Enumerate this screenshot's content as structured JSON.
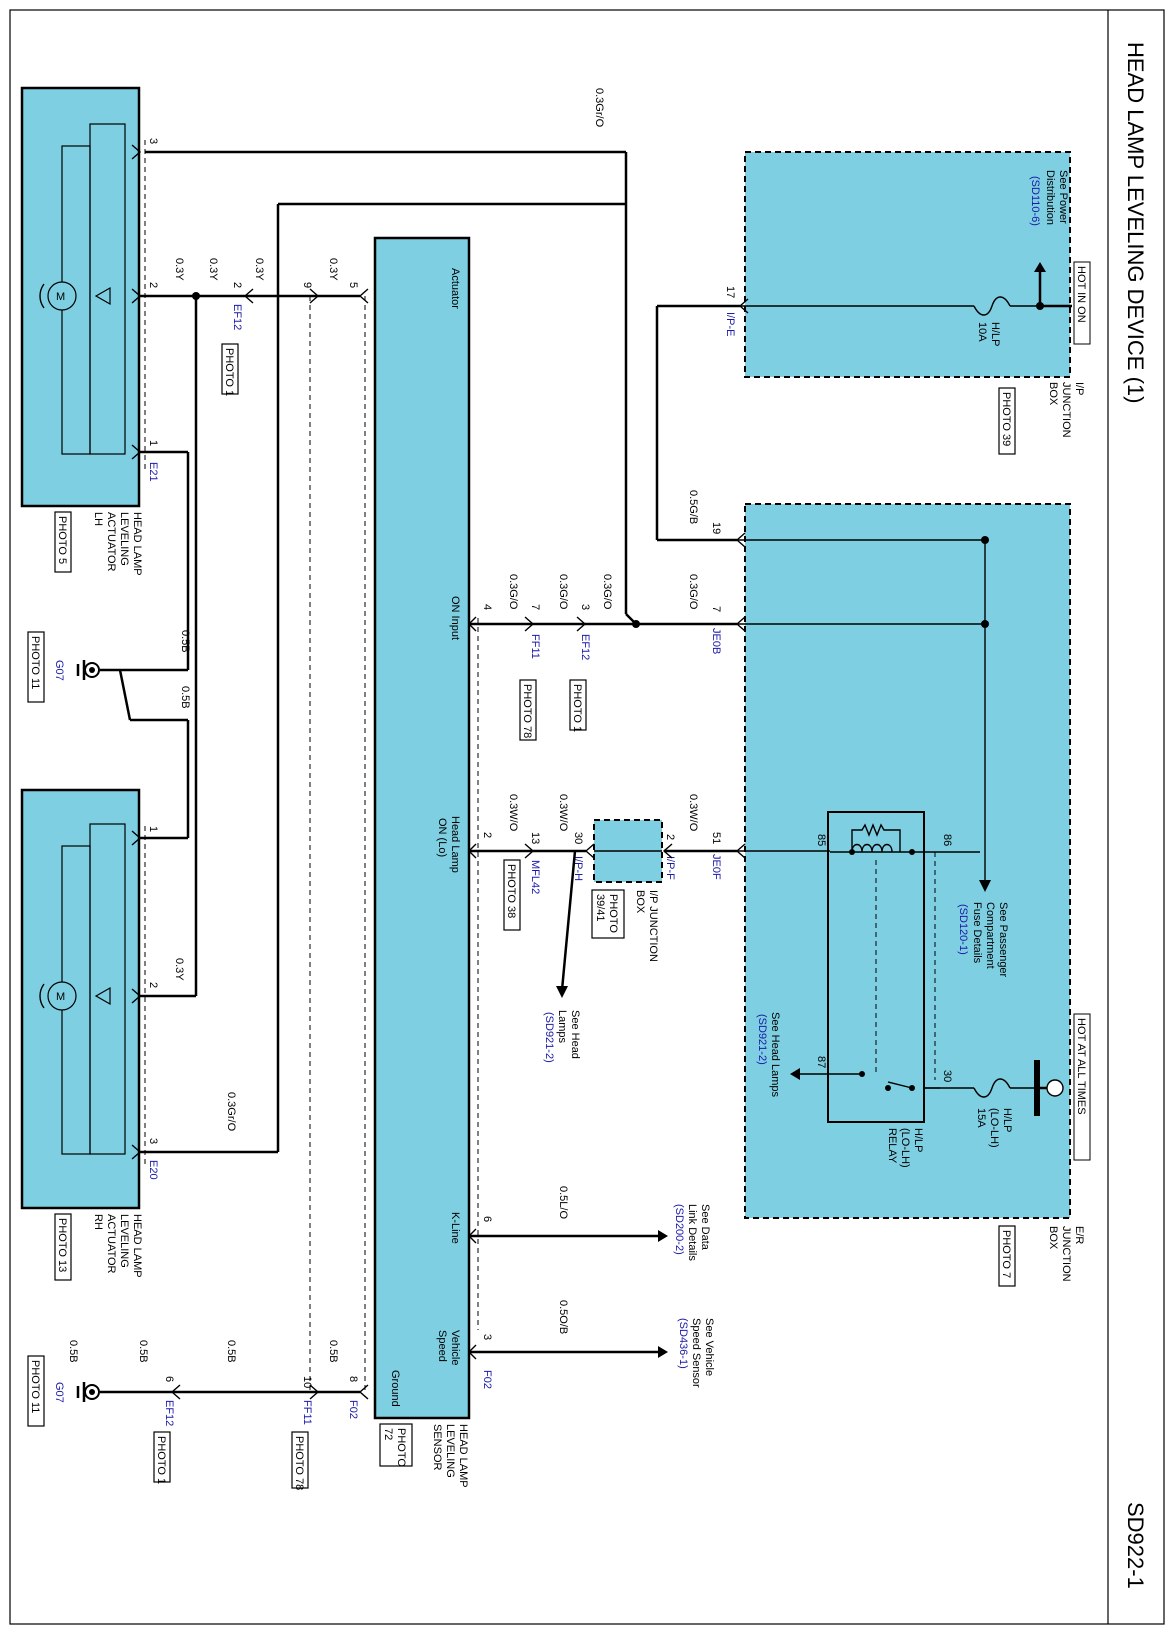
{
  "title": "HEAD LAMP LEVELING DEVICE (1)",
  "page_code": "SD922-1",
  "hot_in_on": "HOT IN ON",
  "hot_at_all_times": "HOT AT ALL TIMES",
  "components": {
    "actuator_lh": {
      "name": [
        "HEAD LAMP",
        "LEVELING",
        "ACTUATOR",
        "LH"
      ],
      "photo": "PHOTO 5",
      "connector": "E21",
      "pins": [
        "3",
        "2",
        "1"
      ]
    },
    "actuator_rh": {
      "name": [
        "HEAD LAMP",
        "LEVELING",
        "ACTUATOR",
        "RH"
      ],
      "photo": "PHOTO 13",
      "connector": "E20",
      "pins": [
        "1",
        "2",
        "3"
      ]
    },
    "sensor": {
      "name": [
        "HEAD LAMP",
        "LEVELING",
        "SENSOR"
      ],
      "photo": [
        "PHOTO",
        "72"
      ],
      "pins": {
        "actuator": "Actuator",
        "on_input": "ON Input",
        "head_lamp_on": [
          "Head Lamp",
          "ON (Lo)"
        ],
        "k_line": "K-Line",
        "vehicle_speed": [
          "Vehicle",
          "Speed"
        ],
        "ground": "Ground"
      }
    },
    "ip_junction_box_top": {
      "name": [
        "I/P",
        "JUNCTION",
        "BOX"
      ],
      "photo": "PHOTO 39",
      "fuse": [
        "H/LP",
        "10A"
      ],
      "see": [
        "See Power",
        "Distribution"
      ],
      "ref": "(SD110-6)",
      "connector": "I/P-E",
      "pin": "17"
    },
    "er_junction_box": {
      "name": [
        "E/R",
        "JUNCTION",
        "BOX"
      ],
      "photo": "PHOTO 7",
      "fuse": [
        "H/LP",
        "(LO-LH)",
        "15A"
      ],
      "relay": [
        "H/LP",
        "(LO-LH)",
        "RELAY"
      ],
      "relay_pins": [
        "85",
        "86",
        "87",
        "30"
      ],
      "see_passenger": [
        "See Passenger",
        "Compartment",
        "Fuse Details"
      ],
      "ref_passenger": "(SD120-1)",
      "see_head": "See Head Lamps",
      "ref_head": "(SD921-2)",
      "connectors": [
        "JE0B",
        "JE0F"
      ],
      "pins": [
        "19",
        "7",
        "51"
      ]
    },
    "ip_junction_box_small": {
      "name": [
        "I/P JUNCTION",
        "BOX"
      ],
      "photo": [
        "PHOTO",
        "39/41"
      ],
      "connectors": [
        "I/P-F",
        "I/P-H"
      ],
      "pins": [
        "2",
        "30"
      ],
      "see": [
        "See Head",
        "Lamps"
      ],
      "ref": "(SD921-2)"
    }
  },
  "grounds": [
    {
      "id": "G07",
      "photo": "PHOTO 11"
    },
    {
      "id": "G07",
      "photo": "PHOTO 11"
    }
  ],
  "connectors": {
    "EF12": "PHOTO 1",
    "FF11": "PHOTO 78",
    "MFL42": "PHOTO 38",
    "F02": "F02"
  },
  "references": {
    "data_link": {
      "text": [
        "See Data",
        "Link Details"
      ],
      "ref": "(SD200-2)"
    },
    "vehicle_speed": {
      "text": [
        "See Vehicle",
        "Speed Sensor"
      ],
      "ref": "(SD436-1)"
    }
  },
  "wires": {
    "gr_o": "0.3Gr/O",
    "y": "0.3Y",
    "g_o": "0.3G/O",
    "g_b": "0.5G/B",
    "w_o": "0.3W/O",
    "b": "0.5B",
    "b05": "0.5B",
    "l_o": "0.5L/O",
    "o_b": "0.5O/B"
  },
  "pin_numbers": {
    "ef12_a": "2",
    "ff11_a": "9",
    "sensor_actuator": "5",
    "ef12_b": "3",
    "ff11_b": "7",
    "sensor_on": "4",
    "mfl42": "13",
    "sensor_hl": "2",
    "sensor_k": "6",
    "sensor_vs": "3",
    "sensor_gnd": "8",
    "ff11_g": "10",
    "ef12_g": "6"
  }
}
